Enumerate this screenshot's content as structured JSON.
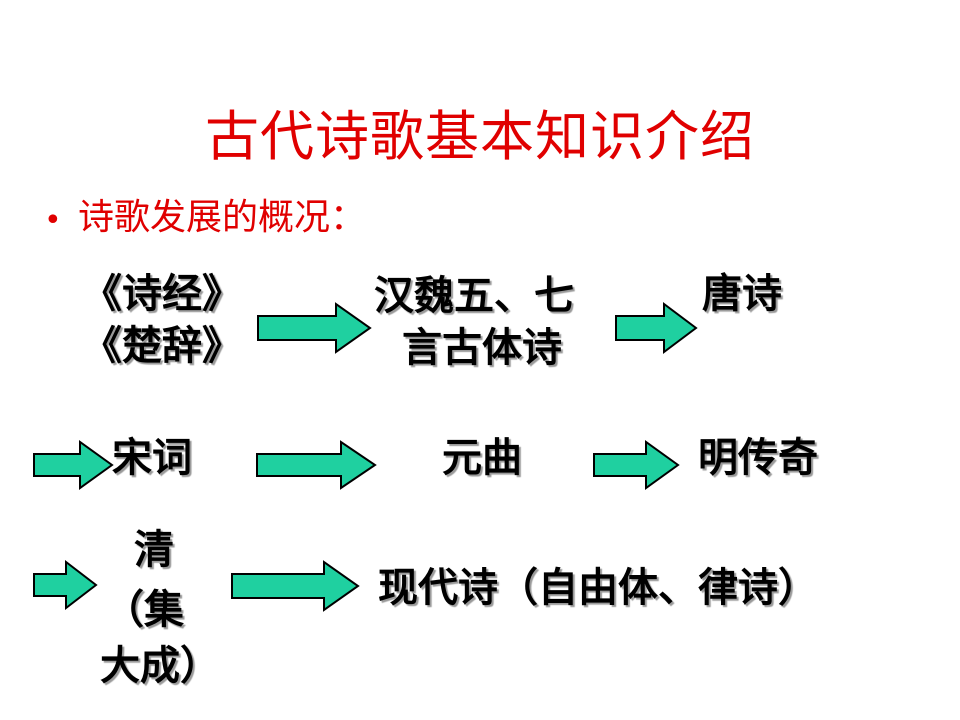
{
  "slide": {
    "title": "古代诗歌基本知识介绍",
    "bullet": "诗歌发展的概况：",
    "nodes": {
      "shijing": "《诗经》",
      "chuci": "《楚辞》",
      "hanwei_line1": "汉魏五、七",
      "hanwei_line2": "言古体诗",
      "tangshi": "唐诗",
      "songci": "宋词",
      "yuanqu": "元曲",
      "mingchuanqi": "明传奇",
      "qing_line1": "清",
      "qing_line2": "（集",
      "qing_line3": "大成）",
      "xiandai": "现代诗（自由体、律诗）"
    },
    "colors": {
      "title": "#e00000",
      "bullet": "#e00000",
      "arrow_fill": "#1fd0a0",
      "arrow_stroke": "#000000"
    }
  }
}
